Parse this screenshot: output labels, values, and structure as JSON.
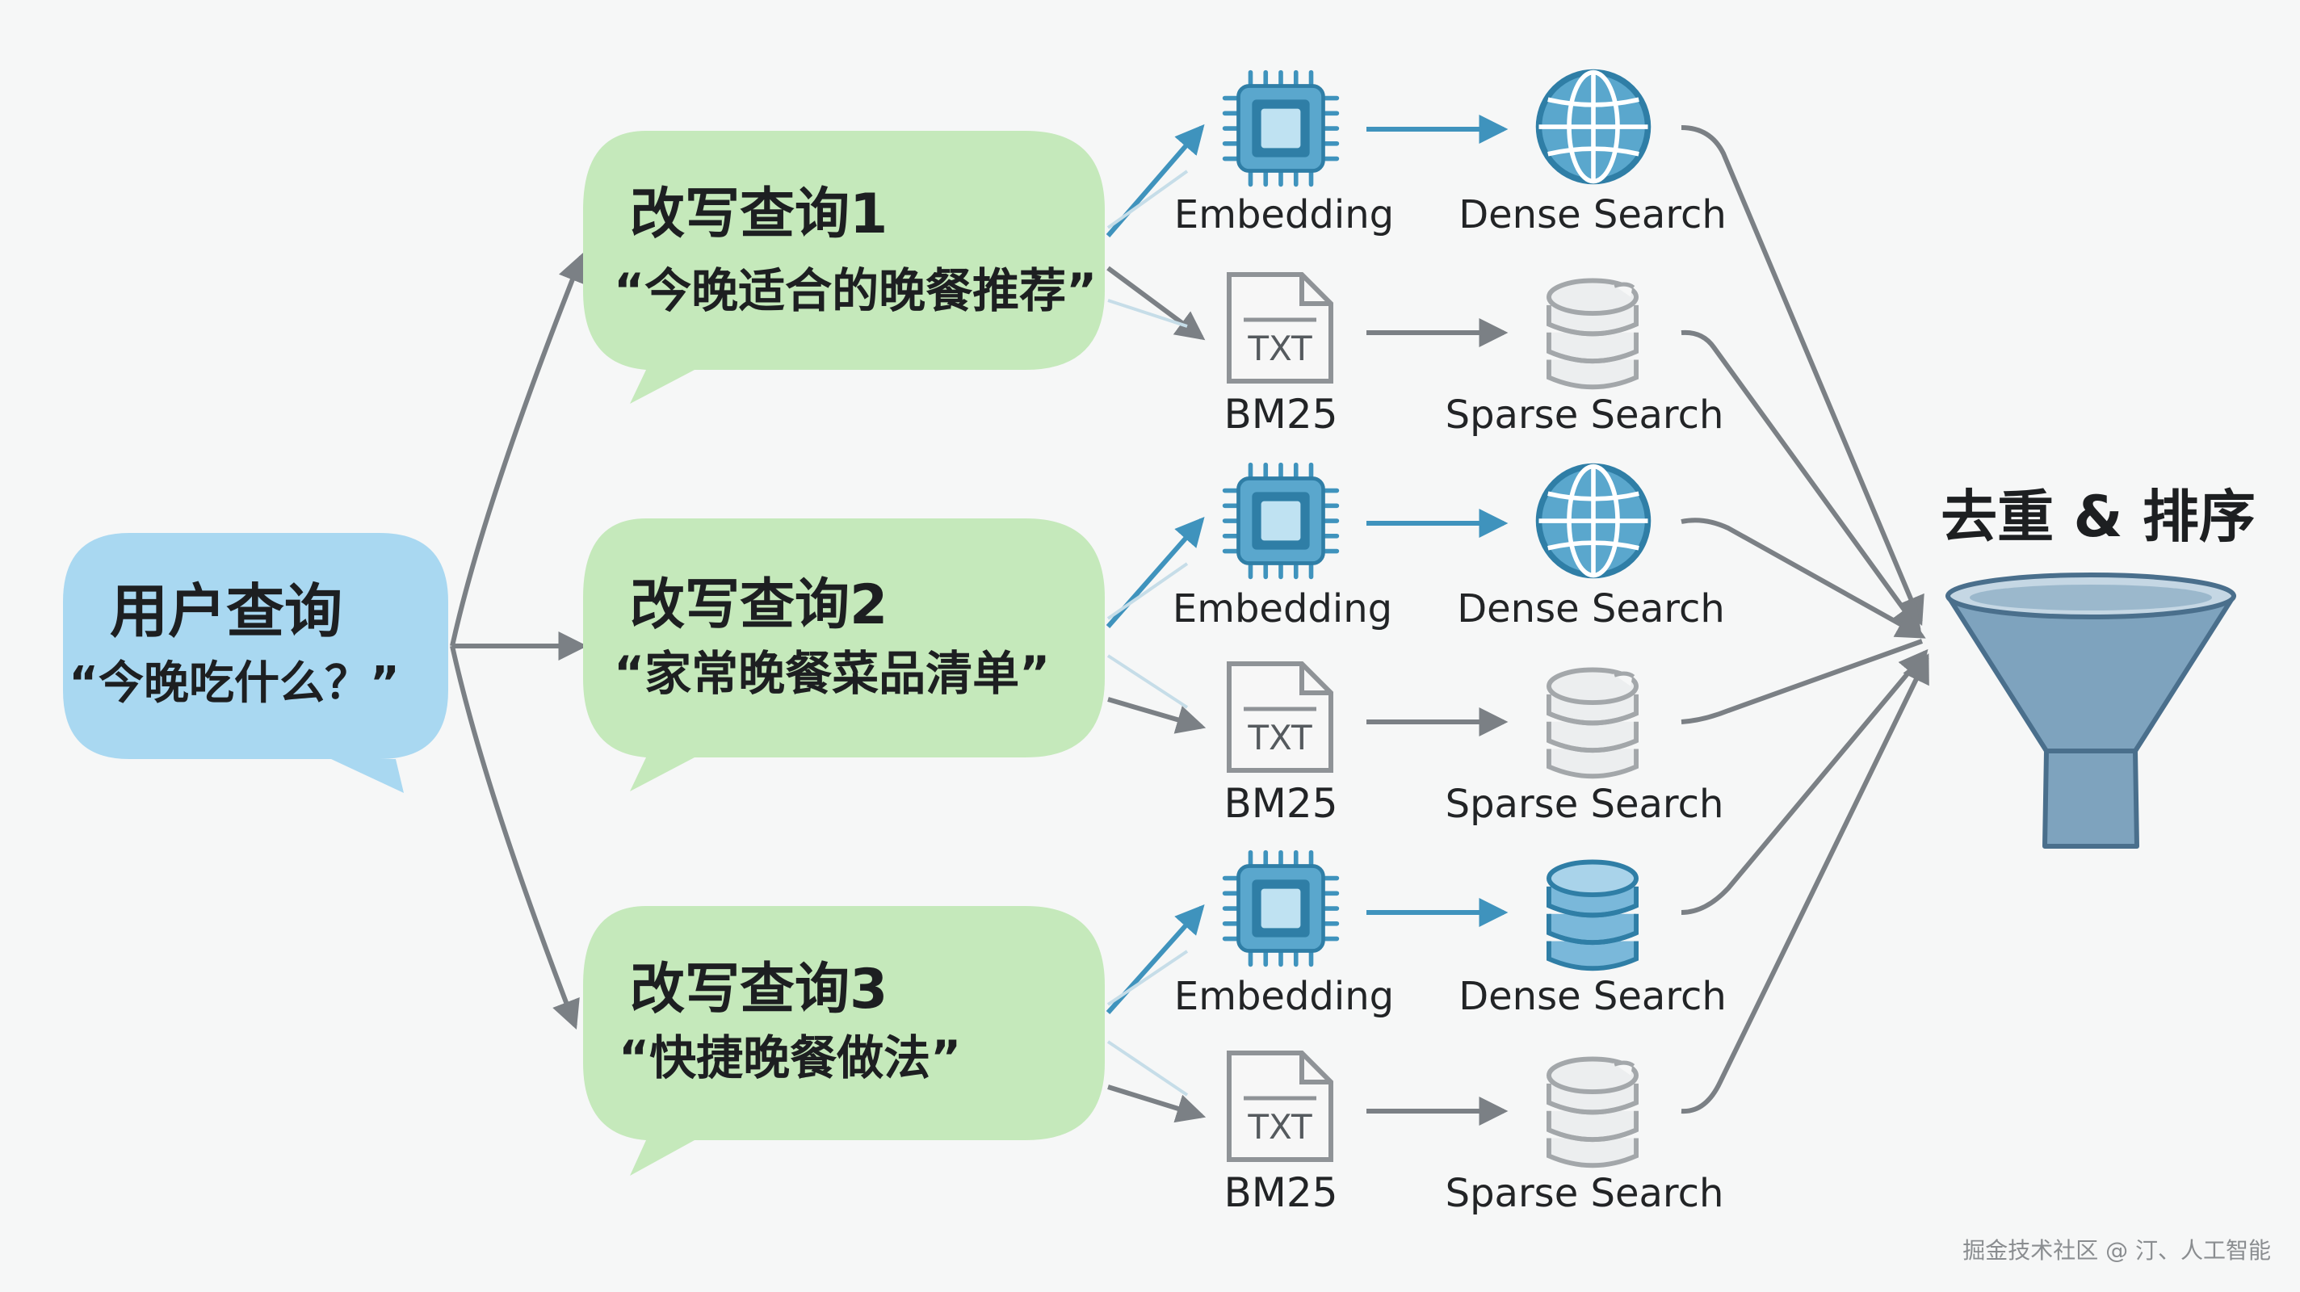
{
  "user_query": {
    "title": "用户查询",
    "text": "“今晚吃什么？”"
  },
  "rewrites": [
    {
      "title": "改写查询1",
      "text": "“今晚适合的晚餐推荐”",
      "embedding_label": "Embedding",
      "dense_label": "Dense Search",
      "bm25_label": "BM25",
      "sparse_label": "Sparse Search",
      "txt_icon_label": "TXT",
      "dense_icon": "globe-icon"
    },
    {
      "title": "改写查询2",
      "text": "“家常晚餐菜品清单”",
      "embedding_label": "Embedding",
      "dense_label": "Dense Search",
      "bm25_label": "BM25",
      "sparse_label": "Sparse Search",
      "txt_icon_label": "TXT",
      "dense_icon": "globe-icon"
    },
    {
      "title": "改写查询3",
      "text": "“快捷晚餐做法”",
      "embedding_label": "Embedding",
      "dense_label": "Dense Search",
      "bm25_label": "BM25",
      "sparse_label": "Sparse Search",
      "txt_icon_label": "TXT",
      "dense_icon": "database-icon"
    }
  ],
  "merge": {
    "title": "去重 & 排序",
    "icon": "funnel-icon"
  },
  "watermark": "掘金技术社区 @ 汀、人工智能",
  "colors": {
    "user_bubble": "#a9d8f1",
    "rewrite_bubble": "#c5e9bb",
    "accent_blue": "#3f93bd",
    "icon_gray": "#a3a7aa",
    "arrow_gray": "#7b8085",
    "funnel": "#7ea3be"
  }
}
